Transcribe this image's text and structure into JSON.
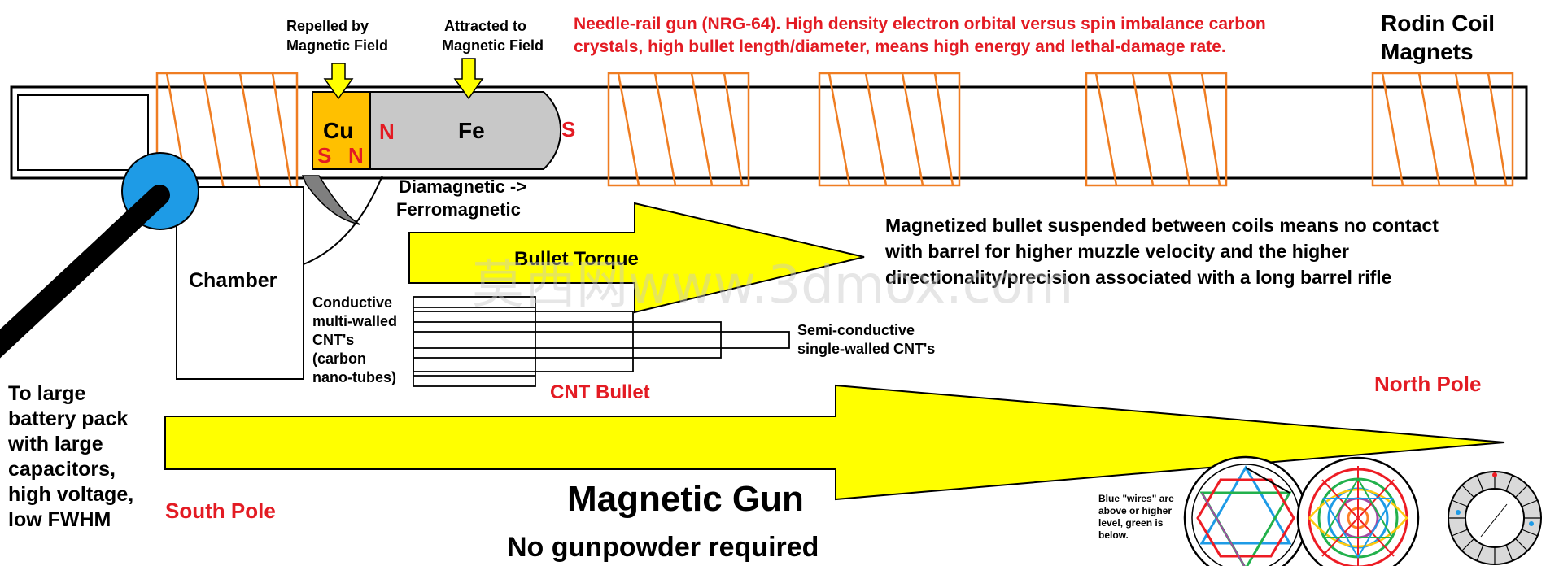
{
  "title": "Magnetic Gun",
  "subtitle": "No gunpowder required",
  "header_note_lines": [
    "Needle-rail gun (NRG-64). High density electron orbital versus spin imbalance carbon",
    "crystals, high bullet length/diameter, means high energy and lethal-damage rate."
  ],
  "rodin_label_lines": [
    "Rodin Coil",
    "Magnets"
  ],
  "repelled_lines": [
    "Repelled by",
    "Magnetic Field"
  ],
  "attracted_lines": [
    "Attracted to",
    "Magnetic Field"
  ],
  "cu_label": "Cu",
  "fe_label": "Fe",
  "pole_n": "N",
  "pole_s": "S",
  "diamagnetic_lines": [
    "Diamagnetic ->",
    "Ferromagnetic"
  ],
  "bullet_torque": "Bullet Torque",
  "suspended_lines": [
    "Magnetized bullet suspended between coils means no contact",
    "with barrel for higher muzzle velocity and the higher",
    "directionality/precision associated with a long barrel rifle"
  ],
  "chamber": "Chamber",
  "conductive_lines": [
    "Conductive",
    "multi-walled",
    "CNT's",
    "(carbon",
    "nano-tubes)"
  ],
  "semi_lines": [
    "Semi-conductive",
    "single-walled CNT's"
  ],
  "cnt_bullet": "CNT Bullet",
  "battery_lines": [
    "To large",
    "battery pack",
    "with large",
    "capacitors,",
    "high voltage,",
    "low FWHM"
  ],
  "north_pole": "North Pole",
  "south_pole": "South Pole",
  "blue_wires_lines": [
    "Blue \"wires\" are",
    "above or higher",
    "level, green is",
    "below."
  ],
  "watermark": "莫西网www.3dmox.com",
  "colors": {
    "coil": "#ef7d22",
    "arrow_yellow": "#ffff00",
    "cu_fill": "#ffc000",
    "bullet_gray": "#c8c8c8",
    "handle_blue": "#1e9be6",
    "red_text": "#e31b23"
  }
}
